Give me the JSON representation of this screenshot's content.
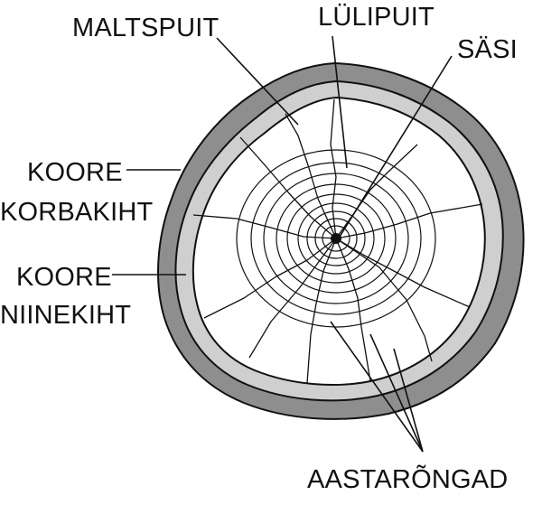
{
  "labels": {
    "maltspuit": "MALTSPUIT",
    "lulipuit": "LÜLIPUIT",
    "sasi": "SÄSI",
    "koore_korbakiht_line1": "KOORE",
    "koore_korbakiht_line2": "KORBAKIHT",
    "koore_niinekiht_line1": "KOORE",
    "koore_niinekiht_line2": "NIINEKIHT",
    "aastarongad": "AASTARÕNGAD"
  },
  "colors": {
    "outer_bark": "#8e8e8e",
    "inner_bark": "#cfcfcf",
    "sapwood": "#ffffff",
    "outline": "#111111"
  }
}
